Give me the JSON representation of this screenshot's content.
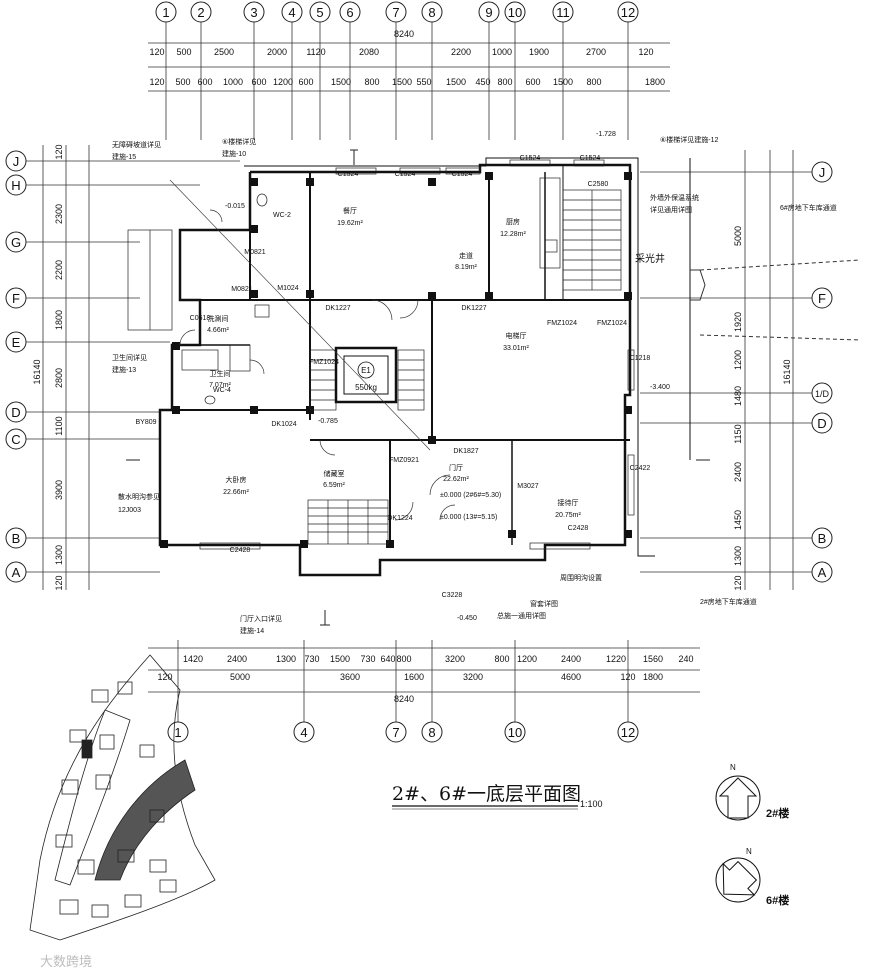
{
  "drawing": {
    "title": "2#、6#一底层平面图",
    "scale": "1:100",
    "total_dim": "8240",
    "north_label": "N",
    "building_labels": [
      "2#楼",
      "6#楼"
    ],
    "watermark": "大数跨境"
  },
  "axes_top": [
    "1",
    "2",
    "3",
    "4",
    "5",
    "6",
    "7",
    "8",
    "9",
    "10",
    "11",
    "12"
  ],
  "axes_bottom": [
    "1",
    "4",
    "7",
    "8",
    "10",
    "12"
  ],
  "axes_left": [
    "J",
    "H",
    "G",
    "F",
    "E",
    "D",
    "C",
    "B",
    "A"
  ],
  "axes_right": [
    "J",
    "F",
    "1/D",
    "D",
    "B",
    "A"
  ],
  "dims": {
    "top_row1": [
      "120",
      "500",
      "2500",
      "2000",
      "1120",
      "2080",
      "2200",
      "1000",
      "1900",
      "2700",
      "120"
    ],
    "top_row2": [
      "120",
      "500",
      "600",
      "1000",
      "600",
      "1200",
      "600",
      "1500",
      "800",
      "1500",
      "550",
      "1500",
      "450",
      "800",
      "600",
      "1500",
      "800",
      "1800"
    ],
    "bottom_row1": [
      "1420",
      "2400",
      "1300",
      "730",
      "1500",
      "730",
      "640",
      "800",
      "3200",
      "800",
      "1200",
      "2400",
      "1220",
      "1560",
      "240"
    ],
    "bottom_row2": [
      "120",
      "5000",
      "3600",
      "1600",
      "3200",
      "4600",
      "120",
      "1800"
    ],
    "left_total": "16140",
    "left_seg": [
      "120",
      "2300",
      "2200",
      "1800",
      "2800",
      "1100",
      "3900",
      "1300",
      "120"
    ],
    "right_total": "16140",
    "right_seg": [
      "5000",
      "1920",
      "1200",
      "1480",
      "1150",
      "2400",
      "1450",
      "1300",
      "120"
    ]
  },
  "rooms": [
    {
      "name": "餐厅",
      "area": "19.62m²"
    },
    {
      "name": "厨房",
      "area": "12.28m²"
    },
    {
      "name": "走道",
      "area": "8.19m²"
    },
    {
      "name": "电梯厅",
      "area": "33.01m²"
    },
    {
      "name": "洗涮间",
      "area": "4.66m²"
    },
    {
      "name": "卫生间",
      "area": "7.07m²"
    },
    {
      "name": "大卧房",
      "area": "22.66m²"
    },
    {
      "name": "储藏室",
      "area": "6.59m²"
    },
    {
      "name": "门厅",
      "area": "22.62m²"
    },
    {
      "name": "接待厅",
      "area": "20.75m²"
    },
    {
      "name": "采光井",
      "area": ""
    }
  ],
  "labels": [
    "C1524",
    "C1524",
    "C1524",
    "C1524",
    "C1524",
    "C2580",
    "M1024",
    "M0821",
    "M0821",
    "DK1227",
    "DK1227",
    "DK1024",
    "DK1827",
    "FMZ1024",
    "FMZ1024",
    "FMZ1024",
    "FMZ0921",
    "M3027",
    "C2428",
    "C2428",
    "C2422",
    "C1218",
    "C0618",
    "WC-2",
    "WC-4",
    "BY809",
    "C3228",
    "DK1224",
    "E1",
    "550kg"
  ],
  "elevations": [
    "-0.015",
    "-1.728",
    "-3.400",
    "-0.785",
    "-0.450",
    "±0.000 (2#6#=5.30)",
    "±0.000 (13#=5.15)"
  ],
  "notes": [
    "无障碍坡道详见",
    "建施-15",
    "⑥楼梯详见",
    "建施-10",
    "卫生间详见",
    "建施-13",
    "散水明沟参见",
    "12J003",
    "门厅入口详见",
    "建施-14",
    "⑥楼梯详见建施-12",
    "外墙外保温系统",
    "详见通用详图",
    "6#房地下车库通道",
    "2#房地下车库通道",
    "周围明沟设置",
    "窗套详图",
    "总施一通用详图"
  ]
}
